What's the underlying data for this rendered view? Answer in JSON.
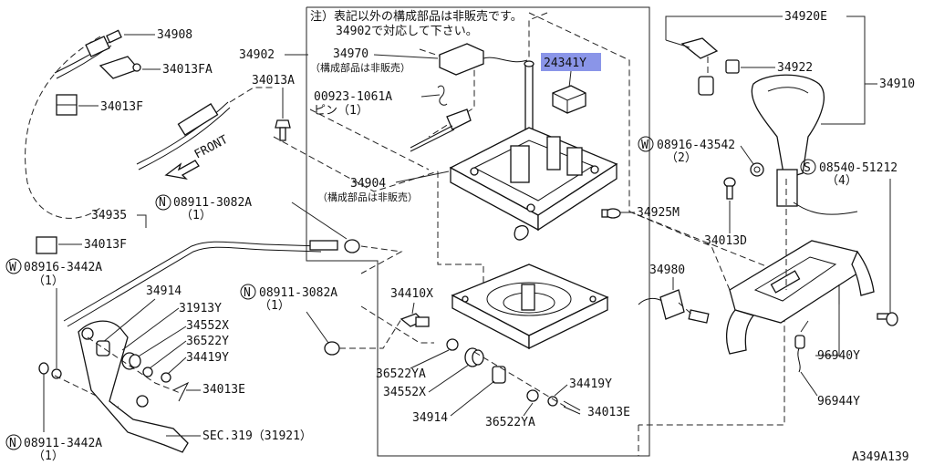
{
  "note": {
    "line1": "注）表記以外の構成部品は非販売です。",
    "line2": "34902で対応して下さい。"
  },
  "diagram_code": "A349A139",
  "front_label": "FRONT",
  "highlight_part": "24341Y",
  "labels": {
    "p34908": "34908",
    "p34013FA": "34013FA",
    "p34013F": "34013F",
    "p34902": "34902",
    "p34013A": "34013A",
    "p34970": "34970",
    "p34970_note": "（構成部品は非販売）",
    "p24341Y": "24341Y",
    "p00923": "00923-1061A",
    "p00923_sub": "ピン（1）",
    "p34904": "34904",
    "p34904_note": "（構成部品は非販売）",
    "p34935": "34935",
    "n08911_top": "08911-3082A",
    "n08911_top_qty": "（1）",
    "p34013F_2": "34013F",
    "w08916_left": "08916-3442A",
    "w08916_left_qty": "（1）",
    "p34914_a": "34914",
    "p31913Y": "31913Y",
    "p34552X_a": "34552X",
    "p36522Y": "36522Y",
    "p34419Y_a": "34419Y",
    "p34013E_a": "34013E",
    "n08911_mid": "08911-3082A",
    "n08911_mid_qty": "（1）",
    "p34410X": "34410X",
    "p36522YA_a": "36522YA",
    "p34552X_b": "34552X",
    "p34914_b": "34914",
    "p36522YA_b": "36522YA",
    "p34419Y_b": "34419Y",
    "p34013E_b": "34013E",
    "sec319": "SEC.319（31921）",
    "n08911_bot": "08911-3442A",
    "n08911_bot_qty": "（1）",
    "p34920E": "34920E",
    "p34922": "34922",
    "p34910": "34910",
    "w08916_right": "08916-43542",
    "w08916_right_qty": "（2）",
    "s08540": "08540-51212",
    "s08540_qty": "（4）",
    "p34013D": "34013D",
    "p34925M": "34925M",
    "p34980": "34980",
    "p96940Y": "96940Y",
    "p96944Y": "96944Y"
  },
  "markers": {
    "n": "N",
    "w": "W",
    "s": "S"
  }
}
